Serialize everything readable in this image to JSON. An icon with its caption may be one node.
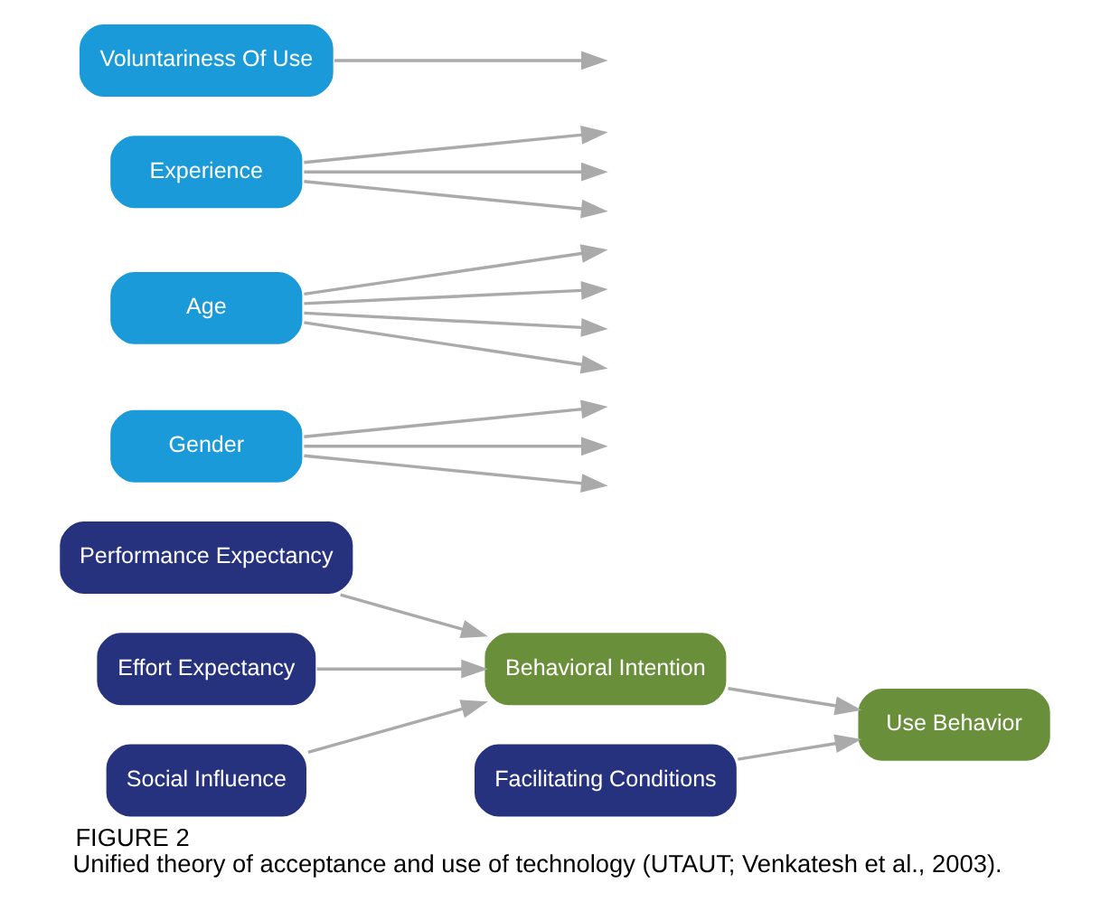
{
  "diagram": {
    "title": "FIGURE 2",
    "caption": "Unified theory of acceptance and use of technology (UTAUT; Venkatesh et al., 2003).",
    "nodes": [
      {
        "text": [
          "Performance Expectancy"
        ]
      },
      {
        "text": [
          "Effort Expectancy"
        ]
      },
      {
        "text": [
          "Social Influence"
        ]
      },
      {
        "text": [
          "Facilitating Conditions"
        ]
      },
      {
        "text": [
          "Behavioral Intention"
        ]
      },
      {
        "text": [
          "Use Behavior"
        ]
      },
      {
        "text": [
          "Gender"
        ]
      },
      {
        "text": [
          "Age"
        ]
      },
      {
        "text": [
          "Experience"
        ]
      },
      {
        "text": [
          "Voluntariness Of Use"
        ]
      }
    ],
    "edges": [
      {
        "from": 0,
        "to": 4,
        "arrow": "to"
      },
      {
        "from": 1,
        "to": 4,
        "arrow": "to"
      },
      {
        "from": 2,
        "to": 4,
        "arrow": "to"
      },
      {
        "from": 4,
        "to": 5,
        "arrow": "to"
      },
      {
        "from": 3,
        "to": 5,
        "arrow": "to"
      },
      {
        "from": 6,
        "to": null,
        "arrow": "to"
      },
      {
        "from": 6,
        "to": null,
        "arrow": "to"
      },
      {
        "from": 6,
        "to": null,
        "arrow": "to"
      },
      {
        "from": 7,
        "to": null,
        "arrow": "to"
      },
      {
        "from": 7,
        "to": null,
        "arrow": "to"
      },
      {
        "from": 7,
        "to": null,
        "arrow": "to"
      },
      {
        "from": 7,
        "to": null,
        "arrow": "to"
      },
      {
        "from": 8,
        "to": null,
        "arrow": "to"
      },
      {
        "from": 8,
        "to": null,
        "arrow": "to"
      },
      {
        "from": 8,
        "to": null,
        "arrow": "to"
      },
      {
        "from": 9,
        "to": null,
        "arrow": "to"
      }
    ]
  }
}
